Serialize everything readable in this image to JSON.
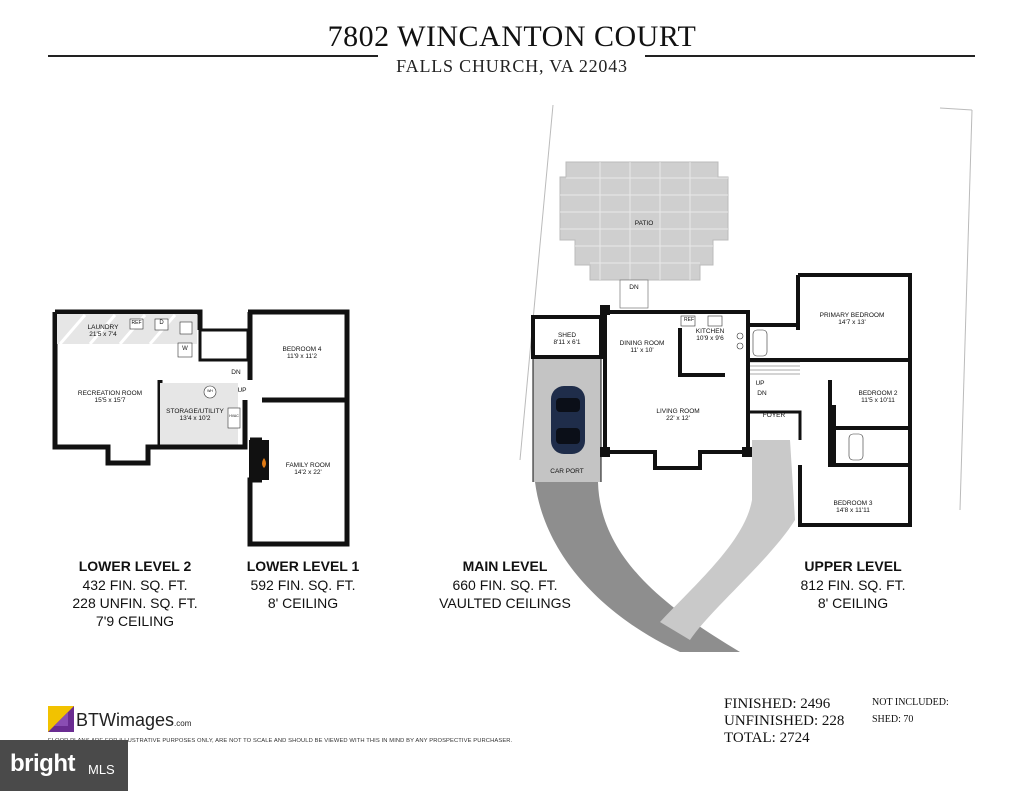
{
  "header": {
    "address": "7802 WINCANTON COURT",
    "city": "FALLS CHURCH, VA 22043"
  },
  "rooms": {
    "laundry": {
      "name": "LAUNDRY",
      "dim": "21'5 x 7'4"
    },
    "recreation": {
      "name": "RECREATION ROOM",
      "dim": "15'5 x 15'7"
    },
    "storage": {
      "name": "STORAGE/UTILITY",
      "dim": "13'4 x 10'2"
    },
    "bedroom4": {
      "name": "BEDROOM 4",
      "dim": "11'9 x 11'2"
    },
    "family": {
      "name": "FAMILY ROOM",
      "dim": "14'2 x 22'"
    },
    "shed": {
      "name": "SHED",
      "dim": "8'11 x 6'1"
    },
    "carport": {
      "name": "CAR PORT"
    },
    "patio": {
      "name": "PATIO"
    },
    "dining": {
      "name": "DINING ROOM",
      "dim": "11' x 10'"
    },
    "kitchen": {
      "name": "KITCHEN",
      "dim": "10'9 x 9'6"
    },
    "living": {
      "name": "LIVING ROOM",
      "dim": "22' x 12'"
    },
    "foyer": {
      "name": "FOYER"
    },
    "primary": {
      "name": "PRIMARY BEDROOM",
      "dim": "14'7 x 13'"
    },
    "bedroom2": {
      "name": "BEDROOM 2",
      "dim": "11'5 x 10'11"
    },
    "bedroom3": {
      "name": "BEDROOM 3",
      "dim": "14'8 x 11'11"
    }
  },
  "marks": {
    "ref": "REF",
    "dryer": "D",
    "washer": "W",
    "up": "UP",
    "dn": "DN",
    "wh": "WH",
    "hvac": "HVAC"
  },
  "levels": [
    {
      "name": "LOWER LEVEL 2",
      "lines": [
        "432 FIN. SQ. FT.",
        "228 UNFIN. SQ. FT.",
        "7'9 CEILING"
      ]
    },
    {
      "name": "LOWER LEVEL 1",
      "lines": [
        "592 FIN. SQ. FT.",
        "8' CEILING"
      ]
    },
    {
      "name": "MAIN LEVEL",
      "lines": [
        "660 FIN. SQ. FT.",
        "VAULTED CEILINGS"
      ]
    },
    {
      "name": "UPPER LEVEL",
      "lines": [
        "812 FIN. SQ. FT.",
        "8' CEILING"
      ]
    }
  ],
  "totals": {
    "finished": "FINISHED: 2496",
    "unfinished": "UNFINISHED: 228",
    "total": "TOTAL: 2724",
    "not_included": "NOT INCLUDED:",
    "shed": "SHED: 70"
  },
  "branding": {
    "logo": "BTWimages",
    "logo_suffix": ".com",
    "disclaimer": "FLOOR PLANS ARE FOR ILLUSTRATIVE PURPOSES ONLY, ARE NOT TO SCALE AND SHOULD BE VIEWED WITH THIS IN MIND BY ANY PROSPECTIVE PURCHASER.",
    "mls_brand": "bright",
    "mls_suffix": "MLS"
  },
  "colors": {
    "wall": "#111111",
    "paving": "#c9c9c9",
    "driveway": "#8e8e8e",
    "logo_yellow": "#f2c200",
    "logo_purple": "#6a2c91"
  }
}
